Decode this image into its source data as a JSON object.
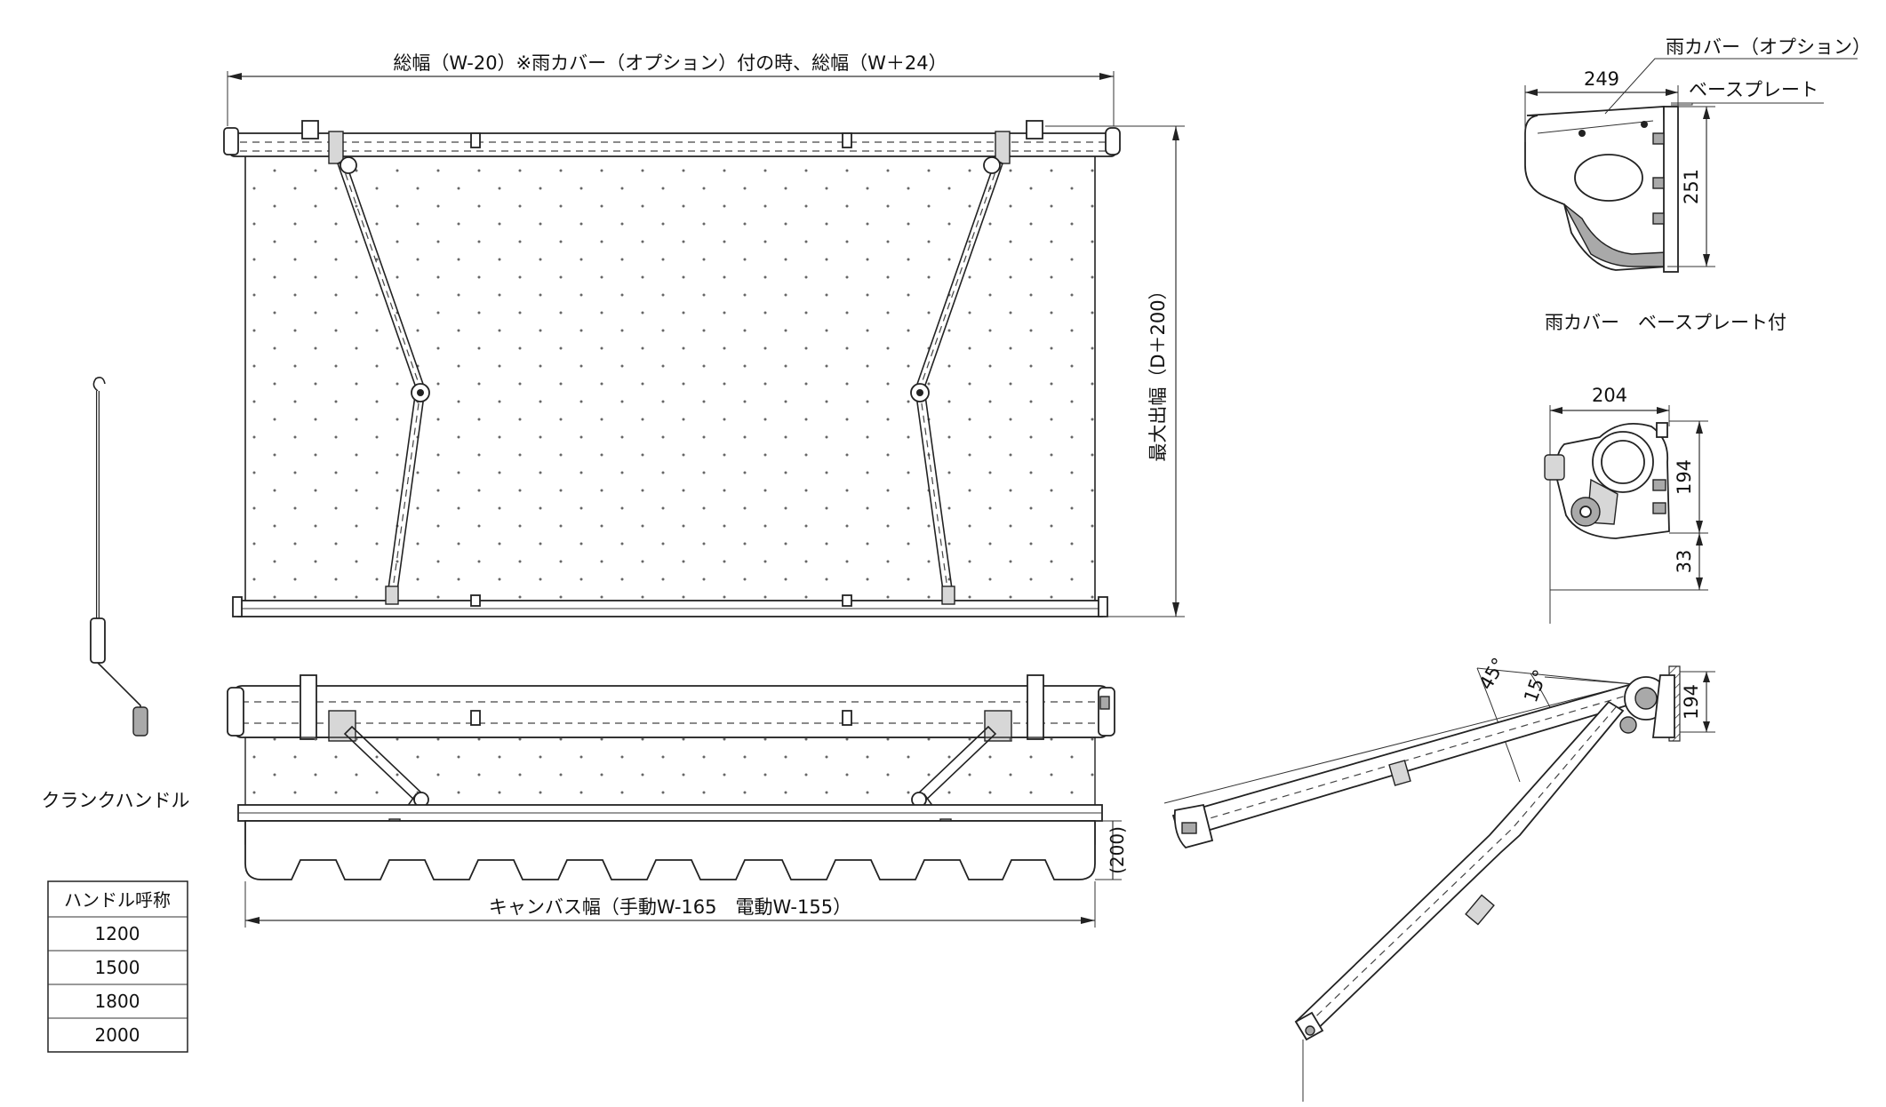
{
  "labels": {
    "overall_width": "総幅（W-20）※雨カバー（オプション）付の時、総幅（W＋24）",
    "max_projection": "最大出幅（D＋200）",
    "canvas_width": "キャンバス幅（手動W-165　電動W-155）",
    "valance_height": "(200)",
    "crank_handle": "クランクハンドル",
    "rain_cover_option": "雨カバー（オプション）",
    "base_plate": "ベースプレート",
    "rain_cover_with_base_plate": "雨カバー　ベースプレート付",
    "angle_45": "45°",
    "angle_15": "15°"
  },
  "dimensions": {
    "rain_cover_width": "249",
    "rain_cover_height": "251",
    "bracket_width": "204",
    "bracket_height": "194",
    "bracket_offset": "33",
    "wall_height": "194"
  },
  "handle_table": {
    "header": "ハンドル呼称",
    "rows": [
      "1200",
      "1500",
      "1800",
      "2000"
    ]
  }
}
